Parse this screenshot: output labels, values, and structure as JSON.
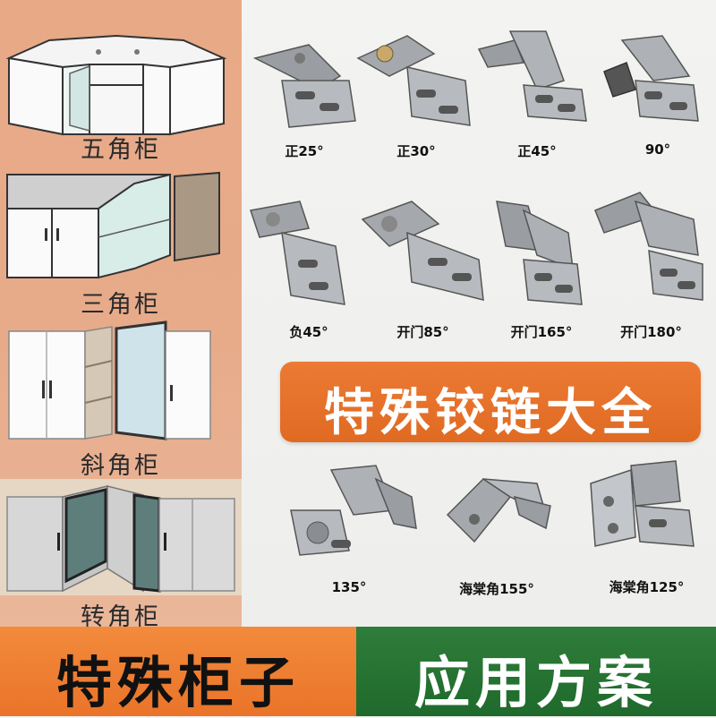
{
  "cabinets": [
    {
      "label": "五角柜"
    },
    {
      "label": "三角柜"
    },
    {
      "label": "斜角柜"
    },
    {
      "label": "转角柜"
    }
  ],
  "hinges": [
    {
      "label": "正25°"
    },
    {
      "label": "正30°"
    },
    {
      "label": "正45°"
    },
    {
      "label": "90°"
    },
    {
      "label": "负45°"
    },
    {
      "label": "开门85°"
    },
    {
      "label": "开门165°"
    },
    {
      "label": "开门180°"
    },
    {
      "label": "135°"
    },
    {
      "label": "海棠角155°"
    },
    {
      "label": "海棠角125°"
    }
  ],
  "banner": {
    "title": "特殊铰链大全"
  },
  "bottom": {
    "left_text": "特殊柜子",
    "right_text": "应用方案"
  },
  "colors": {
    "orange": "#ea7429",
    "green": "#1f6a2c",
    "peach": "#e8a986"
  }
}
